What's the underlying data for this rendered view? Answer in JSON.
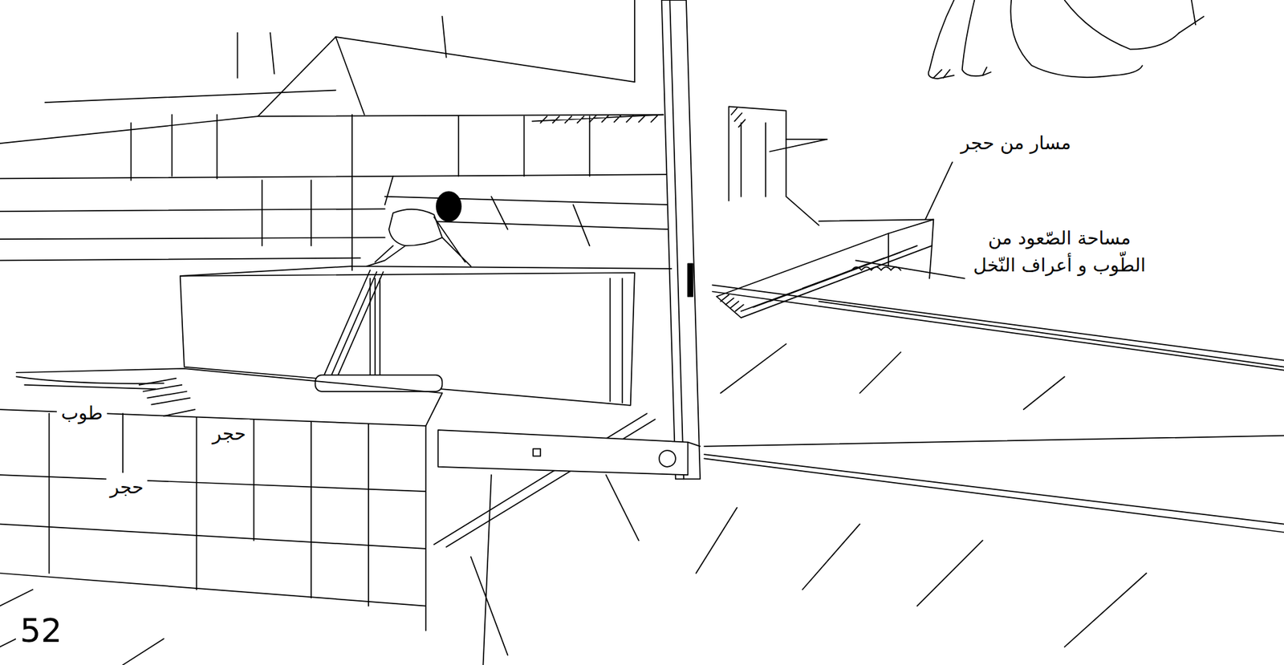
{
  "diagram": {
    "labels": [
      "مسار من حجر",
      "مساحة الصّعود من الطّوب و أعراف النّخل",
      "طوب",
      "حجر",
      "حجر",
      "52"
    ]
  }
}
